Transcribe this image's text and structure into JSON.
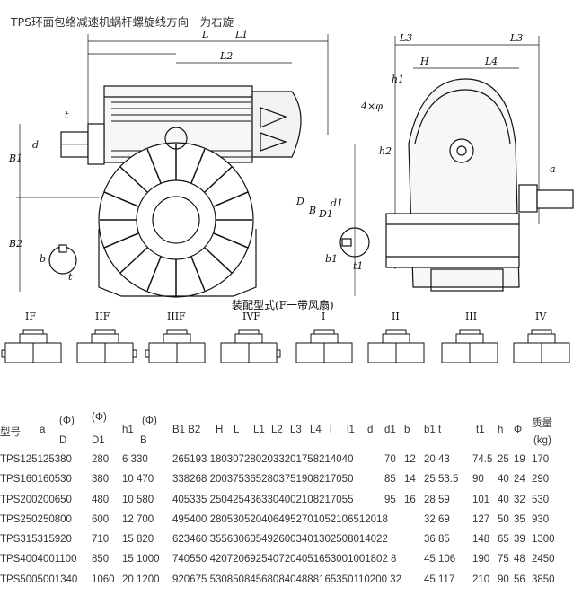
{
  "title": "TPS环面包络减速机蜗杆螺旋线方向　为右旋",
  "drawing": {
    "dims_left": [
      "L",
      "L1",
      "L2",
      "t",
      "d",
      "B1",
      "B2",
      "b",
      "t"
    ],
    "dims_right": [
      "L3",
      "L3",
      "H",
      "L4",
      "h1",
      "4×φ",
      "h2",
      "D",
      "B",
      "D1",
      "d1",
      "a",
      "b1",
      "t1"
    ],
    "assembly_caption": "装配型式(F一带风扇)",
    "assembly_types": [
      "IF",
      "IIF",
      "IIIF",
      "IVF",
      "I",
      "II",
      "III",
      "IV"
    ]
  },
  "table": {
    "headers": {
      "model": "型号",
      "a": "a",
      "D_top": "(Φ)",
      "D": "D",
      "D1_top": "(Φ)",
      "D1": "D1",
      "h1": "h1",
      "B_top": "(Φ)",
      "B": "B",
      "B1B2": "B1 B2",
      "H": "H",
      "L": "L",
      "L1": "L1",
      "L2": "L2",
      "L3": "L3",
      "L4": "L4",
      "l": "l",
      "l1": "l1",
      "d": "d",
      "d1": "d1",
      "b": "b",
      "b1t": "b1 t",
      "t1": "t1",
      "h": "h",
      "phi": "Φ",
      "mass": "质量",
      "mass_unit": "(kg)"
    },
    "rows": [
      {
        "model": "TPS125125380",
        "a": "280",
        "d1b": "6  330",
        "mid": "265193 1803072802033201758214040",
        "d": "70",
        "b": "12",
        "b1t": "20  43",
        "t1": "74.5",
        "h": "25",
        "phi": "19",
        "mass": "170"
      },
      {
        "model": "TPS160160530",
        "a": "380",
        "d1b": "10 470",
        "mid": "338268 2003753652803751908217050",
        "d": "85",
        "b": "14",
        "b1t": "25  53.5",
        "t1": "90",
        "h": "40",
        "phi": "24",
        "mass": "290"
      },
      {
        "model": "TPS200200650",
        "a": "480",
        "d1b": "10 580",
        "mid": "405335 2504254363304002108217055",
        "d": "95",
        "b": "16",
        "b1t": "28  59",
        "t1": "101",
        "h": "40",
        "phi": "32",
        "mass": "530"
      },
      {
        "model": "TPS250250800",
        "a": "600",
        "d1b": "12 700",
        "mid": "495400 2805305204064952701052106512018",
        "d": "",
        "b": "",
        "b1t": "32  69",
        "t1": "127",
        "h": "50",
        "phi": "35",
        "mass": "930"
      },
      {
        "model": "TPS315315920",
        "a": "710",
        "d1b": "15 820",
        "mid": "623460 3556306054926003401302508014022",
        "d": "",
        "b": "",
        "b1t": "36  85",
        "t1": "148",
        "h": "65",
        "phi": "39",
        "mass": "1300"
      },
      {
        "model": "TPS4004001100",
        "a": "850",
        "d1b": "15 1000",
        "mid": "740550 4207206925407204051653001001802 8",
        "d": "",
        "b": "",
        "b1t": "45  106",
        "t1": "190",
        "h": "75",
        "phi": "48",
        "mass": "2450"
      },
      {
        "model": "TPS5005001340",
        "a": "1060",
        "d1b": "20 1200",
        "mid": "920675 5308508456808404888165350110200 32",
        "d": "",
        "b": "",
        "b1t": "45  117",
        "t1": "210",
        "h": "90",
        "phi": "56",
        "mass": "3850"
      }
    ]
  }
}
